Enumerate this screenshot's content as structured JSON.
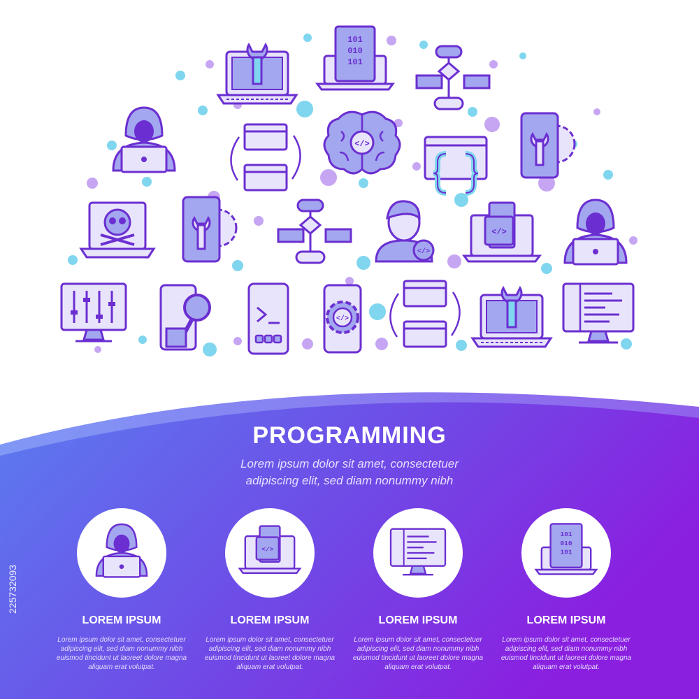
{
  "header": {
    "title": "PROGRAMMING",
    "subtitle_lines": [
      "Lorem ipsum dolor sit amet, consectetuer",
      "adipiscing elit, sed diam nonummy nibh"
    ]
  },
  "features": [
    {
      "icon": "hacker-icon",
      "label": "LOREM IPSUM",
      "desc": [
        "Lorem ipsum dolor sit amet, consectetuer",
        "adipiscing elit, sed diam nonummy nibh",
        "euismod tincidunt ut laoreet dolore magna",
        "aliquam erat volutpat."
      ]
    },
    {
      "icon": "laptop-code-icon",
      "label": "LOREM IPSUM",
      "desc": [
        "Lorem ipsum dolor sit amet, consectetuer",
        "adipiscing elit, sed diam nonummy nibh",
        "euismod tincidunt ut laoreet dolore magna",
        "aliquam erat volutpat."
      ]
    },
    {
      "icon": "monitor-code-icon",
      "label": "LOREM IPSUM",
      "desc": [
        "Lorem ipsum dolor sit amet, consectetuer",
        "adipiscing elit, sed diam nonummy nibh",
        "euismod tincidunt ut laoreet dolore magna",
        "aliquam erat volutpat."
      ]
    },
    {
      "icon": "binary-laptop-icon",
      "label": "LOREM IPSUM",
      "desc": [
        "Lorem ipsum dolor sit amet, consectetuer",
        "adipiscing elit, sed diam nonummy nibh",
        "euismod tincidunt ut laoreet dolore magna",
        "aliquam erat volutpat."
      ]
    }
  ],
  "stock_id": "225732093",
  "colors": {
    "outline": "#6b2fd1",
    "fill_light": "#a3a7ef",
    "fill_pale": "#e8e4fb",
    "dot_blue": "#7fd6ee",
    "dot_purple": "#c6a6f2",
    "gradient_left": "#5b7cf0",
    "gradient_right": "#8b1fe0"
  },
  "icons": [
    "laptop-wrench-icon",
    "binary-laptop-icon",
    "flowchart-icon",
    "hacker-icon",
    "window-sync-icon",
    "brain-code-icon",
    "browser-brackets-icon",
    "phone-gear-wrench-icon",
    "skull-laptop-icon",
    "phone-gear-wrench-icon",
    "flowchart-icon",
    "developer-avatar-icon",
    "laptop-code-icon",
    "hacker-icon",
    "monitor-sliders-icon",
    "phone-magnifier-icon",
    "phone-terminal-icon",
    "phone-gear-code-icon",
    "window-sync-icon",
    "laptop-wrench-icon",
    "monitor-code-icon"
  ]
}
